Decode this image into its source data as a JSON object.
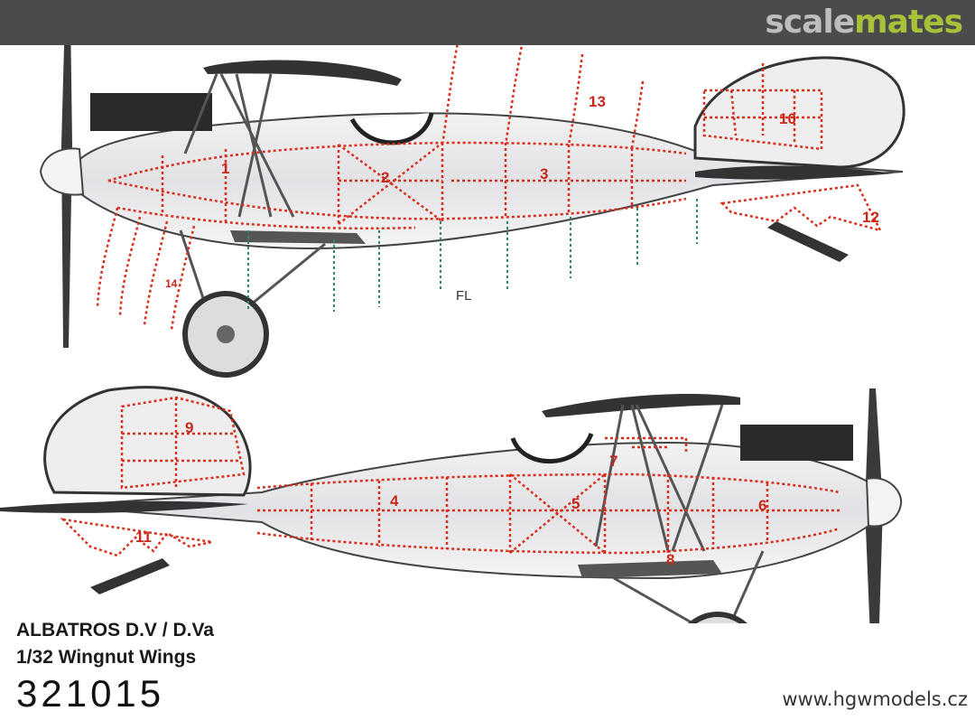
{
  "header": {
    "logo_part1": "scale",
    "logo_part2": "mates"
  },
  "labels": {
    "upper": [
      "1",
      "2",
      "3",
      "10",
      "12",
      "13",
      "14"
    ],
    "upper_fl": "FL",
    "lower": [
      "4",
      "5",
      "6",
      "7",
      "8",
      "9",
      "11"
    ]
  },
  "caption": {
    "title": "ALBATROS D.V / D.Va",
    "subtitle": "1/32 Wingnut Wings",
    "code": "321015"
  },
  "footer": {
    "url": "www.hgwmodels.cz"
  },
  "colors": {
    "header_bg": "#4b4b4b",
    "panel_lines": "#d9301e",
    "guides": "#2f8a6a"
  }
}
